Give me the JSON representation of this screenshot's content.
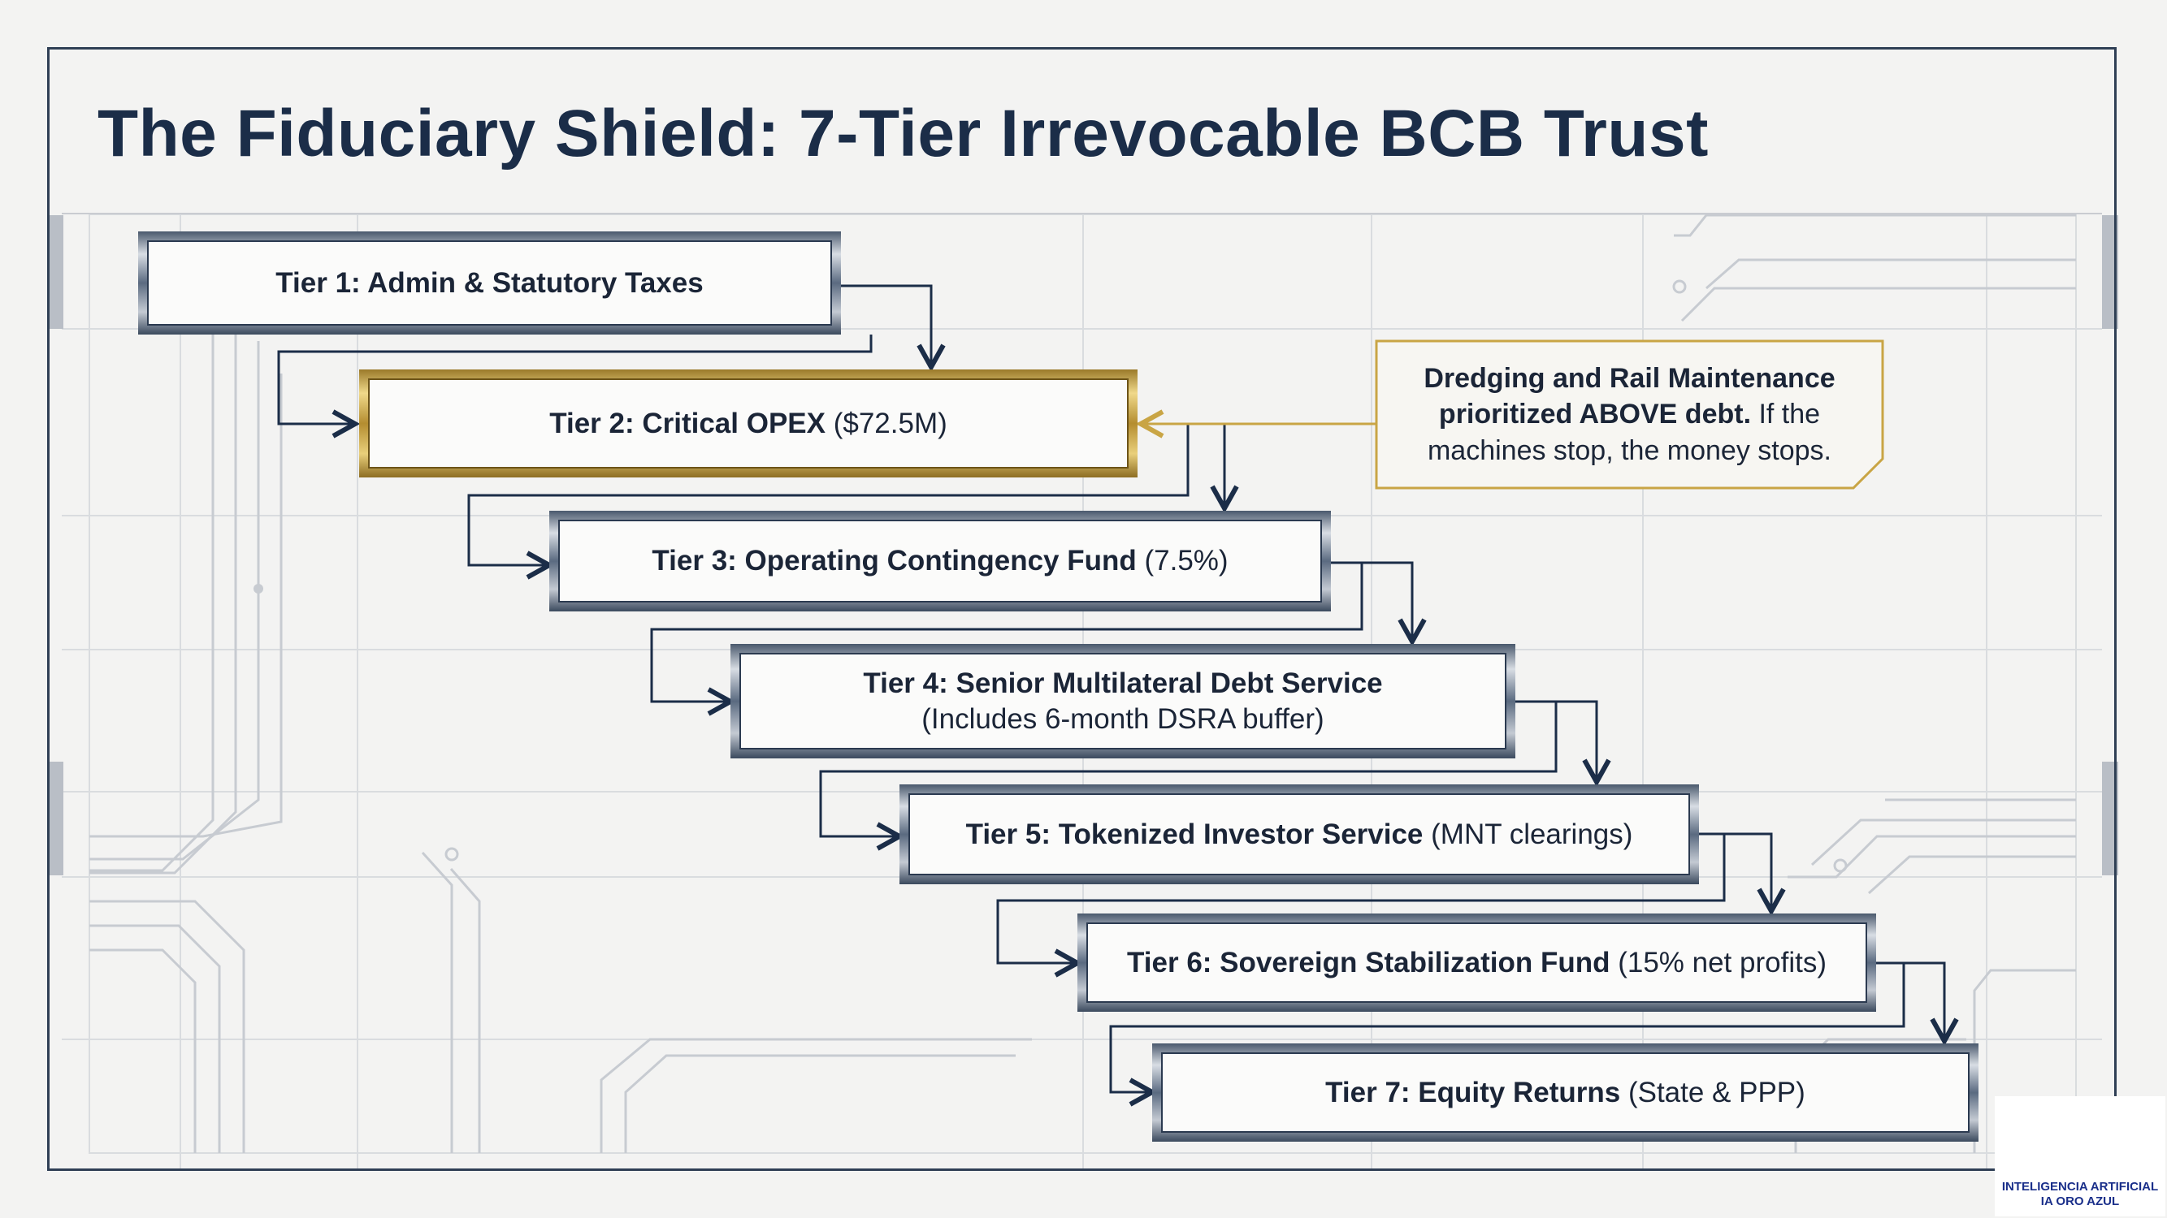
{
  "title": "The Fiduciary Shield: 7-Tier Irrevocable BCB Trust",
  "tiers": [
    {
      "label": "Tier 1: Admin & Statutory Taxes",
      "detail": ""
    },
    {
      "label": "Tier 2: Critical OPEX",
      "detail": " ($72.5M)"
    },
    {
      "label": "Tier 3: Operating Contingency Fund",
      "detail": " (7.5%)"
    },
    {
      "label": "Tier 4: Senior Multilateral Debt Service",
      "detail": "(Includes 6-month DSRA buffer)"
    },
    {
      "label": "Tier 5: Tokenized Investor Service",
      "detail": " (MNT clearings)"
    },
    {
      "label": "Tier 6: Sovereign Stabilization Fund",
      "detail": " (15% net profits)"
    },
    {
      "label": "Tier 7: Equity Returns",
      "detail": " (State & PPP)"
    }
  ],
  "callout": {
    "line1": "Dredging and Rail Maintenance",
    "bold2": "prioritized ABOVE debt.",
    "rest2": " If the",
    "line3": "machines stop, the money stops."
  },
  "logo": {
    "line1": "INTELIGENCIA ARTIFICIAL",
    "line2": "IA ORO AZUL"
  },
  "colors": {
    "navy": "#1b2d48",
    "gold": "#c9a545",
    "circuit": "#c7cbd1"
  }
}
